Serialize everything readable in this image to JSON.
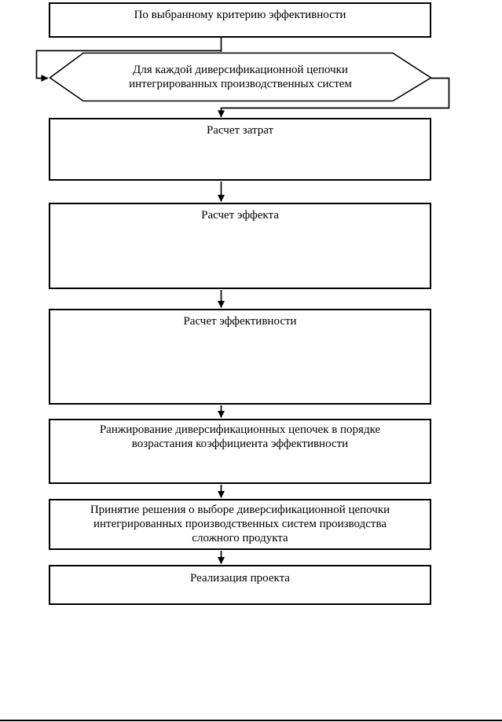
{
  "diagram": {
    "colors": {
      "stroke": "#000000",
      "background": "#ffffff"
    },
    "nodes": {
      "criterion": {
        "label": "По выбранному критерию эффективности"
      },
      "loop_hexagon": {
        "label": [
          "Для каждой диверсификационной цепочки",
          "интегрированных производственных систем"
        ]
      },
      "costs": {
        "label": "Расчет затрат"
      },
      "effect": {
        "label": "Расчет эффекта"
      },
      "efficiency": {
        "label": "Расчет эффективности"
      },
      "ranking": {
        "label": [
          "Ранжирование диверсификационных цепочек в порядке",
          "возрастания коэффициента эффективности"
        ]
      },
      "decision": {
        "label": [
          "Принятие решения о выборе диверсификационной цепочки",
          "интегрированных производственных систем производства",
          "сложного продукта"
        ]
      },
      "implementation": {
        "label": "Реализация проекта"
      }
    }
  }
}
